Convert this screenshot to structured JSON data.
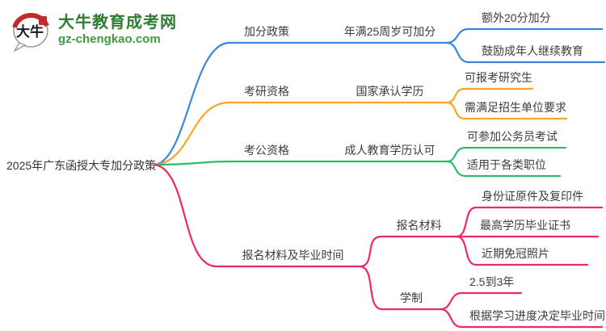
{
  "logo": {
    "site_name": "大牛教育成考网",
    "site_url": "gz-chengkao.com",
    "mark_text": "大牛",
    "brand_green": "#2e7d32",
    "brand_red": "#c32b2b"
  },
  "palette": {
    "branch1_blue": "#3a86dd",
    "branch2_orange": "#f5a623",
    "branch3_green": "#2bbd6e",
    "branch4_pink": "#f02670",
    "text": "#3c3c3c"
  },
  "mindmap": {
    "root": "2025年广东函授大专加分政策",
    "branches": [
      {
        "label": "加分政策",
        "color": "#3a86dd",
        "child": "年满25周岁可加分",
        "leaves": [
          "额外20分加分",
          "鼓励成年人继续教育"
        ]
      },
      {
        "label": "考研资格",
        "color": "#f5a623",
        "child": "国家承认学历",
        "leaves": [
          "可报考研究生",
          "需满足招生单位要求"
        ]
      },
      {
        "label": "考公资格",
        "color": "#2bbd6e",
        "child": "成人教育学历认可",
        "leaves": [
          "可参加公务员考试",
          "适用于各类职位"
        ]
      },
      {
        "label": "报名材料及毕业时间",
        "color": "#f02670",
        "subbranches": [
          {
            "label": "报名材料",
            "leaves": [
              "身份证原件及复印件",
              "最高学历毕业证书",
              "近期免冠照片"
            ]
          },
          {
            "label": "学制",
            "leaves": [
              "2.5到3年",
              "根据学习进度决定毕业时间"
            ]
          }
        ]
      }
    ]
  }
}
